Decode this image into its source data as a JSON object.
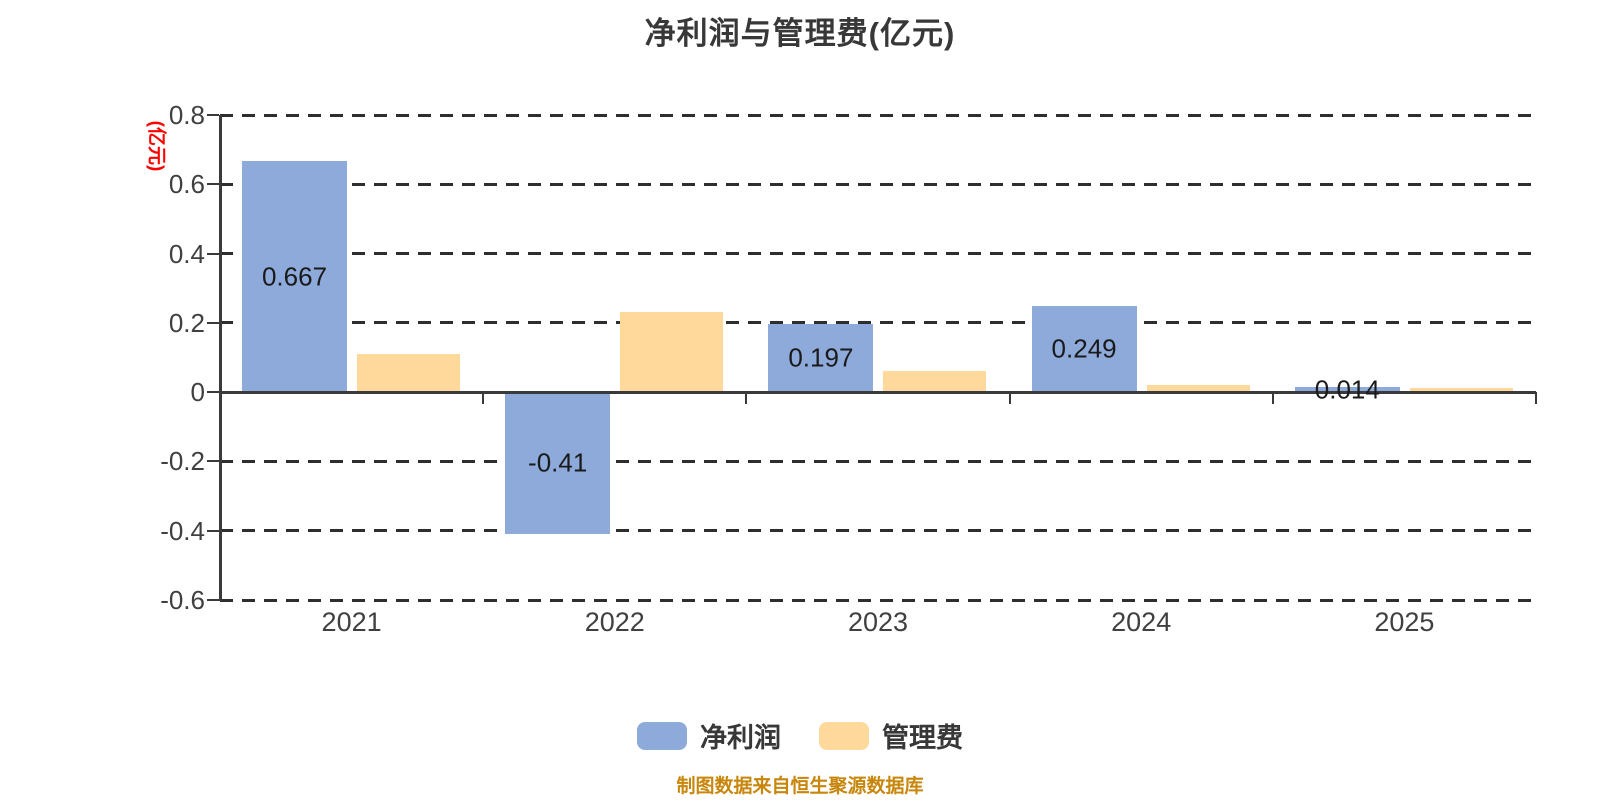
{
  "page": {
    "background": "#FFFFFF"
  },
  "title": {
    "text": "净利润与管理费(亿元)",
    "color": "#383838"
  },
  "y_axis": {
    "name": "(亿元)",
    "name_color": "#FF0000",
    "tick_labels": [
      "0.8",
      "0.6",
      "0.4",
      "0.2",
      "0",
      "-0.2",
      "-0.4",
      "-0.6"
    ],
    "max": 0.8,
    "min": -0.6
  },
  "x_axis": {
    "categories": [
      "2021",
      "2022",
      "2023",
      "2024",
      "2025"
    ]
  },
  "chart_data": {
    "type": "bar",
    "title": "净利润与管理费(亿元)",
    "categories": [
      "2021",
      "2022",
      "2023",
      "2024",
      "2025"
    ],
    "series": [
      {
        "name": "净利润",
        "color": "#8DAADB",
        "values": [
          0.667,
          -0.41,
          0.197,
          0.249,
          0.014
        ],
        "data_labels": [
          "0.667",
          "-0.41",
          "0.197",
          "0.249",
          "0.014"
        ]
      },
      {
        "name": "管理费",
        "color": "#FFD99B",
        "values": [
          0.11,
          0.23,
          0.06,
          0.02,
          0.012
        ],
        "data_labels": []
      }
    ],
    "ylim": [
      -0.6,
      0.8
    ],
    "ytick_step": 0.2,
    "ylabel": "(亿元)",
    "grid": "horizontal-dashed",
    "legend_position": "bottom"
  },
  "legend": {
    "items": [
      {
        "label": "净利润",
        "color": "#8DAADB"
      },
      {
        "label": "管理费",
        "color": "#FFD99B"
      }
    ]
  },
  "footer": {
    "text": "制图数据来自恒生聚源数据库",
    "color": "#C8860A"
  },
  "styles": {
    "grid_color": "#2E2E2E",
    "axis_color": "#3A3A3A",
    "tick_text_color": "#404040",
    "bar_label_color": "#1A1A1A"
  }
}
